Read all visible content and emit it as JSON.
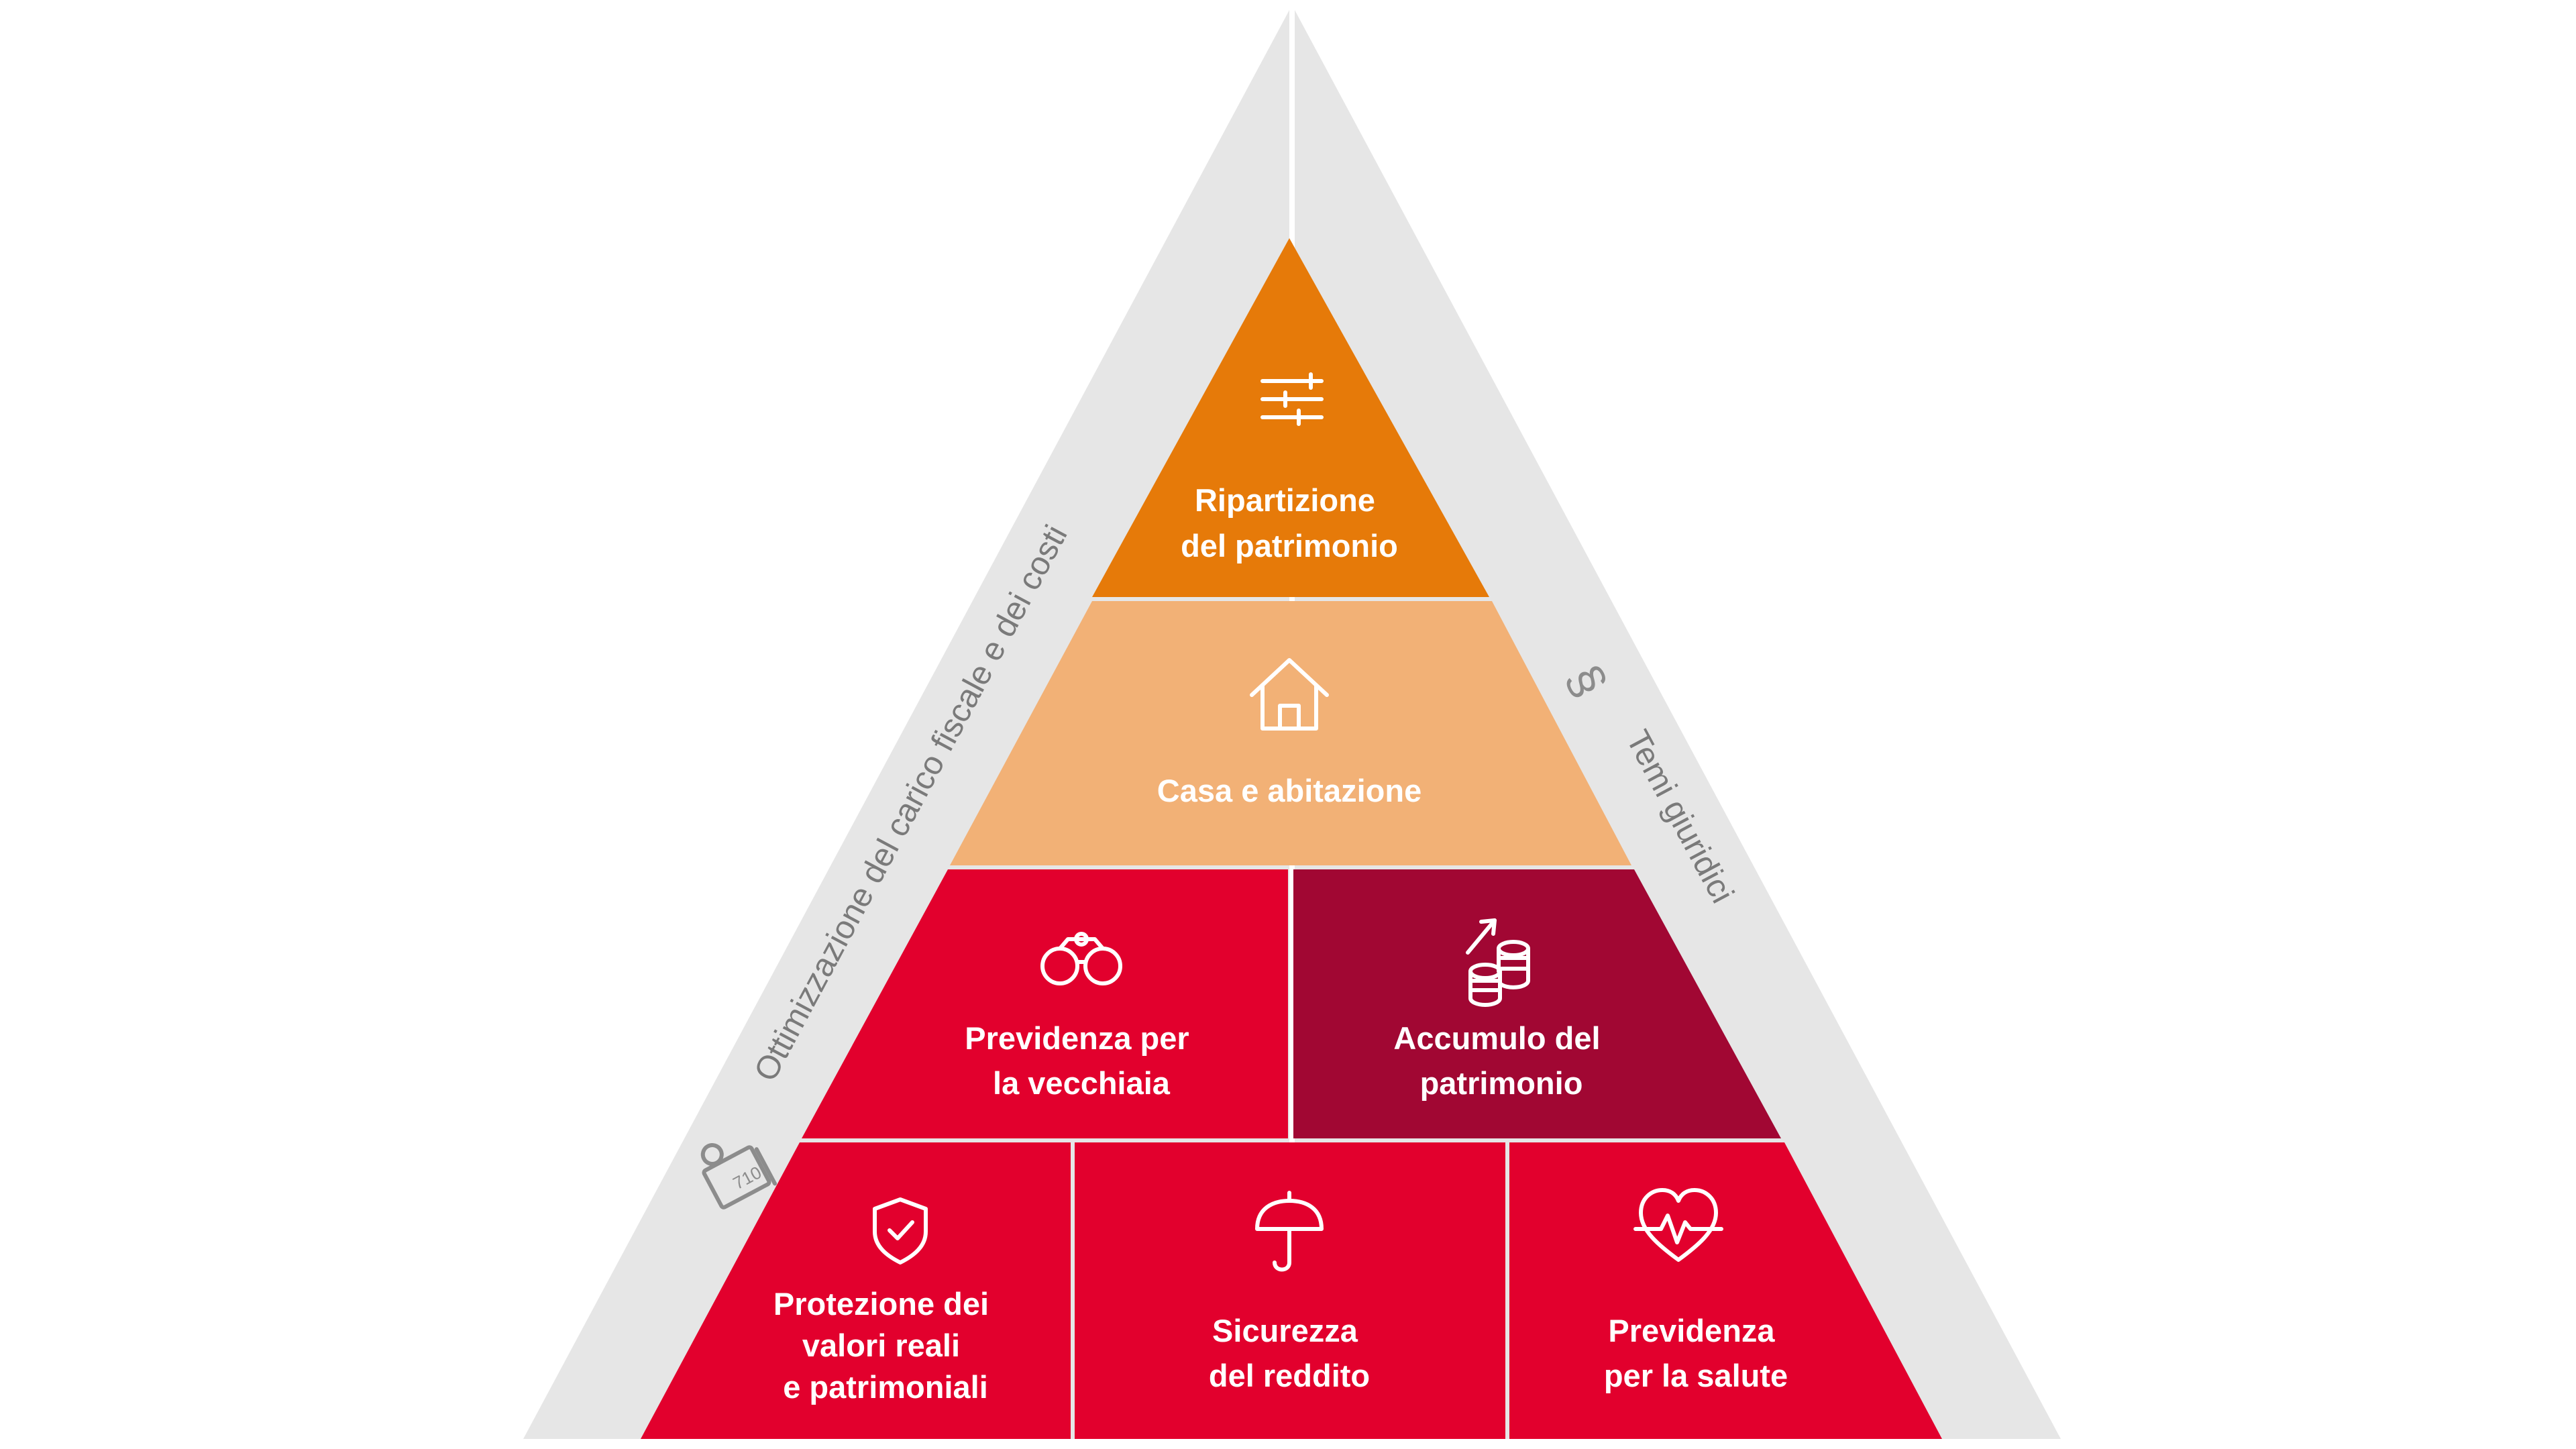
{
  "colors": {
    "orange": "#E67A09",
    "light_orange": "#F2B176",
    "red": "#E2002D",
    "dark_red": "#A10733",
    "outer_grey": "#E6E6E6",
    "side_text": "#7A7A7A"
  },
  "left_band": {
    "label": "Ottimizzazione del carico fiscale e dei costi",
    "icon": "tax-document-icon"
  },
  "right_band": {
    "label": "Temi giuridici",
    "icon": "paragraph-section-icon"
  },
  "tiers": {
    "top": {
      "icon": "sliders-icon",
      "line1": "Ripartizione",
      "line2": "del patrimonio"
    },
    "second": {
      "icon": "house-icon",
      "line1": "Casa e abitazione"
    },
    "third_left": {
      "icon": "binoculars-icon",
      "line1": "Previdenza per",
      "line2": "la vecchiaia"
    },
    "third_right": {
      "icon": "coins-growth-icon",
      "line1": "Accumulo del",
      "line2": "patrimonio"
    },
    "bottom_left": {
      "icon": "shield-check-icon",
      "line1": "Protezione dei",
      "line2": "valori reali",
      "line3": "e patrimoniali"
    },
    "bottom_center": {
      "icon": "umbrella-icon",
      "line1": "Sicurezza",
      "line2": "del reddito"
    },
    "bottom_right": {
      "icon": "heart-pulse-icon",
      "line1": "Previdenza",
      "line2": "per la salute"
    }
  }
}
